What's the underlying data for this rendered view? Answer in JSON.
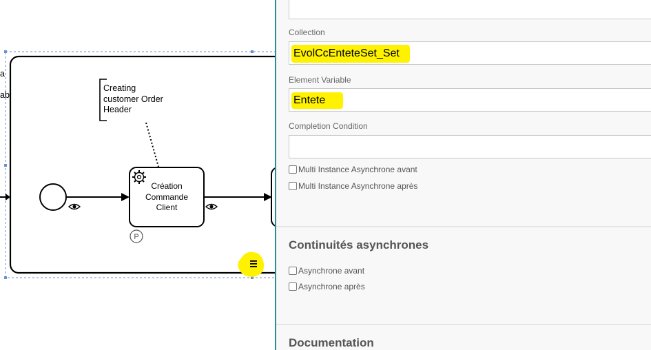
{
  "diagram": {
    "annotation_lines": [
      "Creating",
      "customer Order",
      "Header"
    ],
    "task_label_lines": [
      "Création",
      "Commande",
      "Client"
    ],
    "task_marker_letter": "P",
    "edge_text_1": "a",
    "edge_text_2": "ab",
    "highlight_color": "#fff200"
  },
  "panel": {
    "collection": {
      "label": "Collection",
      "value": "EvolCcEnteteSet_Set"
    },
    "element_variable": {
      "label": "Element Variable",
      "value": "Entete"
    },
    "completion_condition": {
      "label": "Completion Condition",
      "value": ""
    },
    "checkboxes": [
      {
        "label": "Multi Instance Asynchrone avant",
        "checked": false
      },
      {
        "label": "Multi Instance Asynchrone après",
        "checked": false
      }
    ],
    "section_async": {
      "title": "Continuités asynchrones",
      "checkboxes": [
        {
          "label": "Asynchrone avant",
          "checked": false
        },
        {
          "label": "Asynchrone après",
          "checked": false
        }
      ]
    },
    "section_doc": {
      "title": "Documentation"
    },
    "accent_color": "#2a8f9a"
  }
}
